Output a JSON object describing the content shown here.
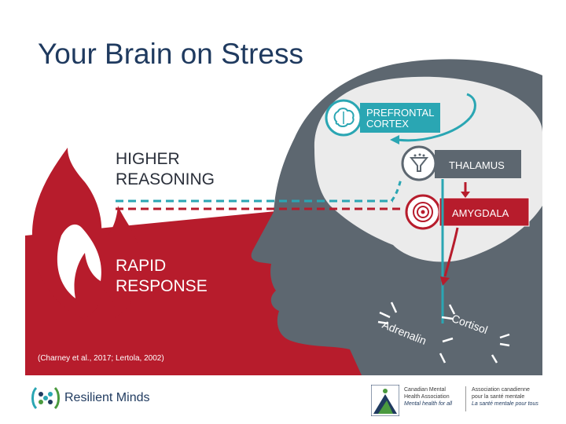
{
  "title": "Your Brain on Stress",
  "labels": {
    "higher_reasoning": [
      "HIGHER",
      "REASONING"
    ],
    "rapid_response": [
      "RAPID",
      "RESPONSE"
    ],
    "prefrontal_cortex": [
      "PREFRONTAL",
      "CORTEX"
    ],
    "thalamus": "THALAMUS",
    "amygdala": "AMYGDALA",
    "adrenalin": "Adrenalin",
    "cortisol": "Cortisol"
  },
  "citation": "(Charney et al., 2017; Lertola, 2002)",
  "footer": {
    "resilient_minds": "Resilient Minds",
    "cmha_en": [
      "Canadian Mental",
      "Health Association",
      "Mental health for all"
    ],
    "cmha_fr": [
      "Association canadienne",
      "pour la santé mentale",
      "La santé mentale pour tous"
    ]
  },
  "colors": {
    "red": "#b71c2c",
    "dark_red": "#8e1420",
    "teal": "#2aa6b3",
    "head_grey": "#5d6770",
    "brain_grey": "#ebebeb",
    "navy": "#1f3a5f",
    "cmha_green": "#4a9a3f"
  },
  "icons": [
    "brain-icon",
    "funnel-icon",
    "target-icon",
    "flame-icon",
    "cmha-logo-icon",
    "resilient-minds-logo-icon"
  ]
}
